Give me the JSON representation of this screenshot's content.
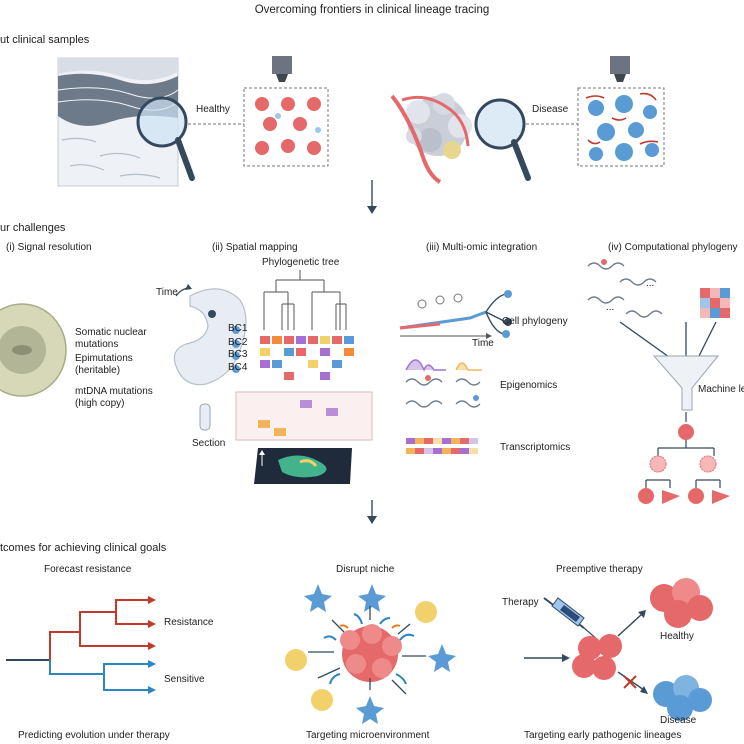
{
  "title": "Overcoming frontiers in clinical lineage tracing",
  "sections": {
    "samples": "ut clinical samples",
    "challenges": "ur challenges",
    "outcomes": "tcomes for achieving clinical goals"
  },
  "samples": {
    "healthy": "Healthy",
    "disease": "Disease"
  },
  "challenges": {
    "signal": {
      "heading": "(i) Signal resolution",
      "m1": "Somatic nuclear",
      "m1b": "mutations",
      "m2": "Epimutations",
      "m2b": "(heritable)",
      "m3": "mtDNA mutations",
      "m3b": "(high copy)"
    },
    "spatial": {
      "heading": "(ii) Spatial mapping",
      "tree": "Phylogenetic tree",
      "time": "Time",
      "bc1": "BC1",
      "bc2": "BC2",
      "bc3": "BC3",
      "bc4": "BC4",
      "section": "Section"
    },
    "multiomic": {
      "heading": "(iii) Multi-omic integration",
      "cell": "Cell phylogeny",
      "time": "Time",
      "epi": "Epigenomics",
      "tx": "Transcriptomics"
    },
    "computational": {
      "heading": "(iv) Computational phylogeny",
      "ml": "Machine le",
      "dots1": "...",
      "dots2": "..."
    }
  },
  "outcomes": {
    "forecast": {
      "heading": "Forecast resistance",
      "resistance": "Resistance",
      "sensitive": "Sensitive",
      "caption": "Predicting evolution under therapy"
    },
    "niche": {
      "heading": "Disrupt niche",
      "caption": "Targeting microenvironment"
    },
    "preemptive": {
      "heading": "Preemptive therapy",
      "therapy": "Therapy",
      "healthy": "Healthy",
      "disease": "Disease",
      "caption": "Targeting early pathogenic lineages"
    }
  },
  "colors": {
    "red": "#e5686a",
    "blue": "#5b9bd5",
    "navy": "#34495e",
    "yellow": "#f2d06b",
    "star": "#5b9bd5"
  }
}
